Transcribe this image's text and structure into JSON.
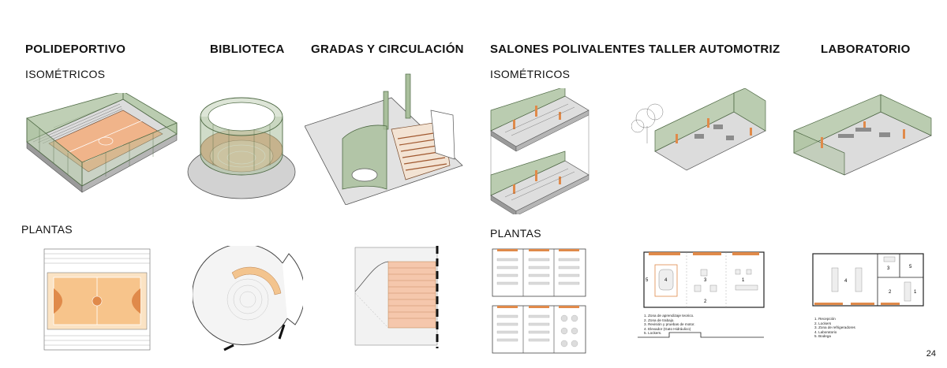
{
  "headings": {
    "polideportivo": "POLIDEPORTIVO",
    "biblioteca": "BIBLIOTECA",
    "gradas": "GRADAS Y CIRCULACIÓN",
    "salones": "SALONES POLIVALENTES",
    "taller": "TALLER AUTOMOTRIZ",
    "laboratorio": "LABORATORIO"
  },
  "sections": {
    "isometricos_left": "ISOMÉTRICOS",
    "isometricos_right": "ISOMÉTRICOS",
    "plantas_left": "PLANTAS",
    "plantas_right": "PLANTAS"
  },
  "taller_legend": [
    "1.    Zona de aprendizaje teorico.",
    "2.    Zona de trabajo.",
    "3.    Revisión y pruebas de motor.",
    "4.    Elevador (Gato Hidráulico)",
    "5.    Lockers."
  ],
  "lab_legend": [
    "1.    Recepción",
    "2.    Lockers",
    "3.    Zona de refrigeradores",
    "4.    Laboratorio",
    "5.    Bodega"
  ],
  "plan_rooms": {
    "taller": [
      "4",
      "3",
      "1",
      "5",
      "2"
    ],
    "lab": [
      "1",
      "2",
      "3",
      "4",
      "5"
    ]
  },
  "page_number": "24",
  "colors": {
    "green_glass": "#a9bf9c",
    "green_dark": "#6f8a62",
    "wood": "#e0a27a",
    "orange": "#e08a4a",
    "court": "#f3c9a0",
    "gray": "#8c8c8c"
  }
}
